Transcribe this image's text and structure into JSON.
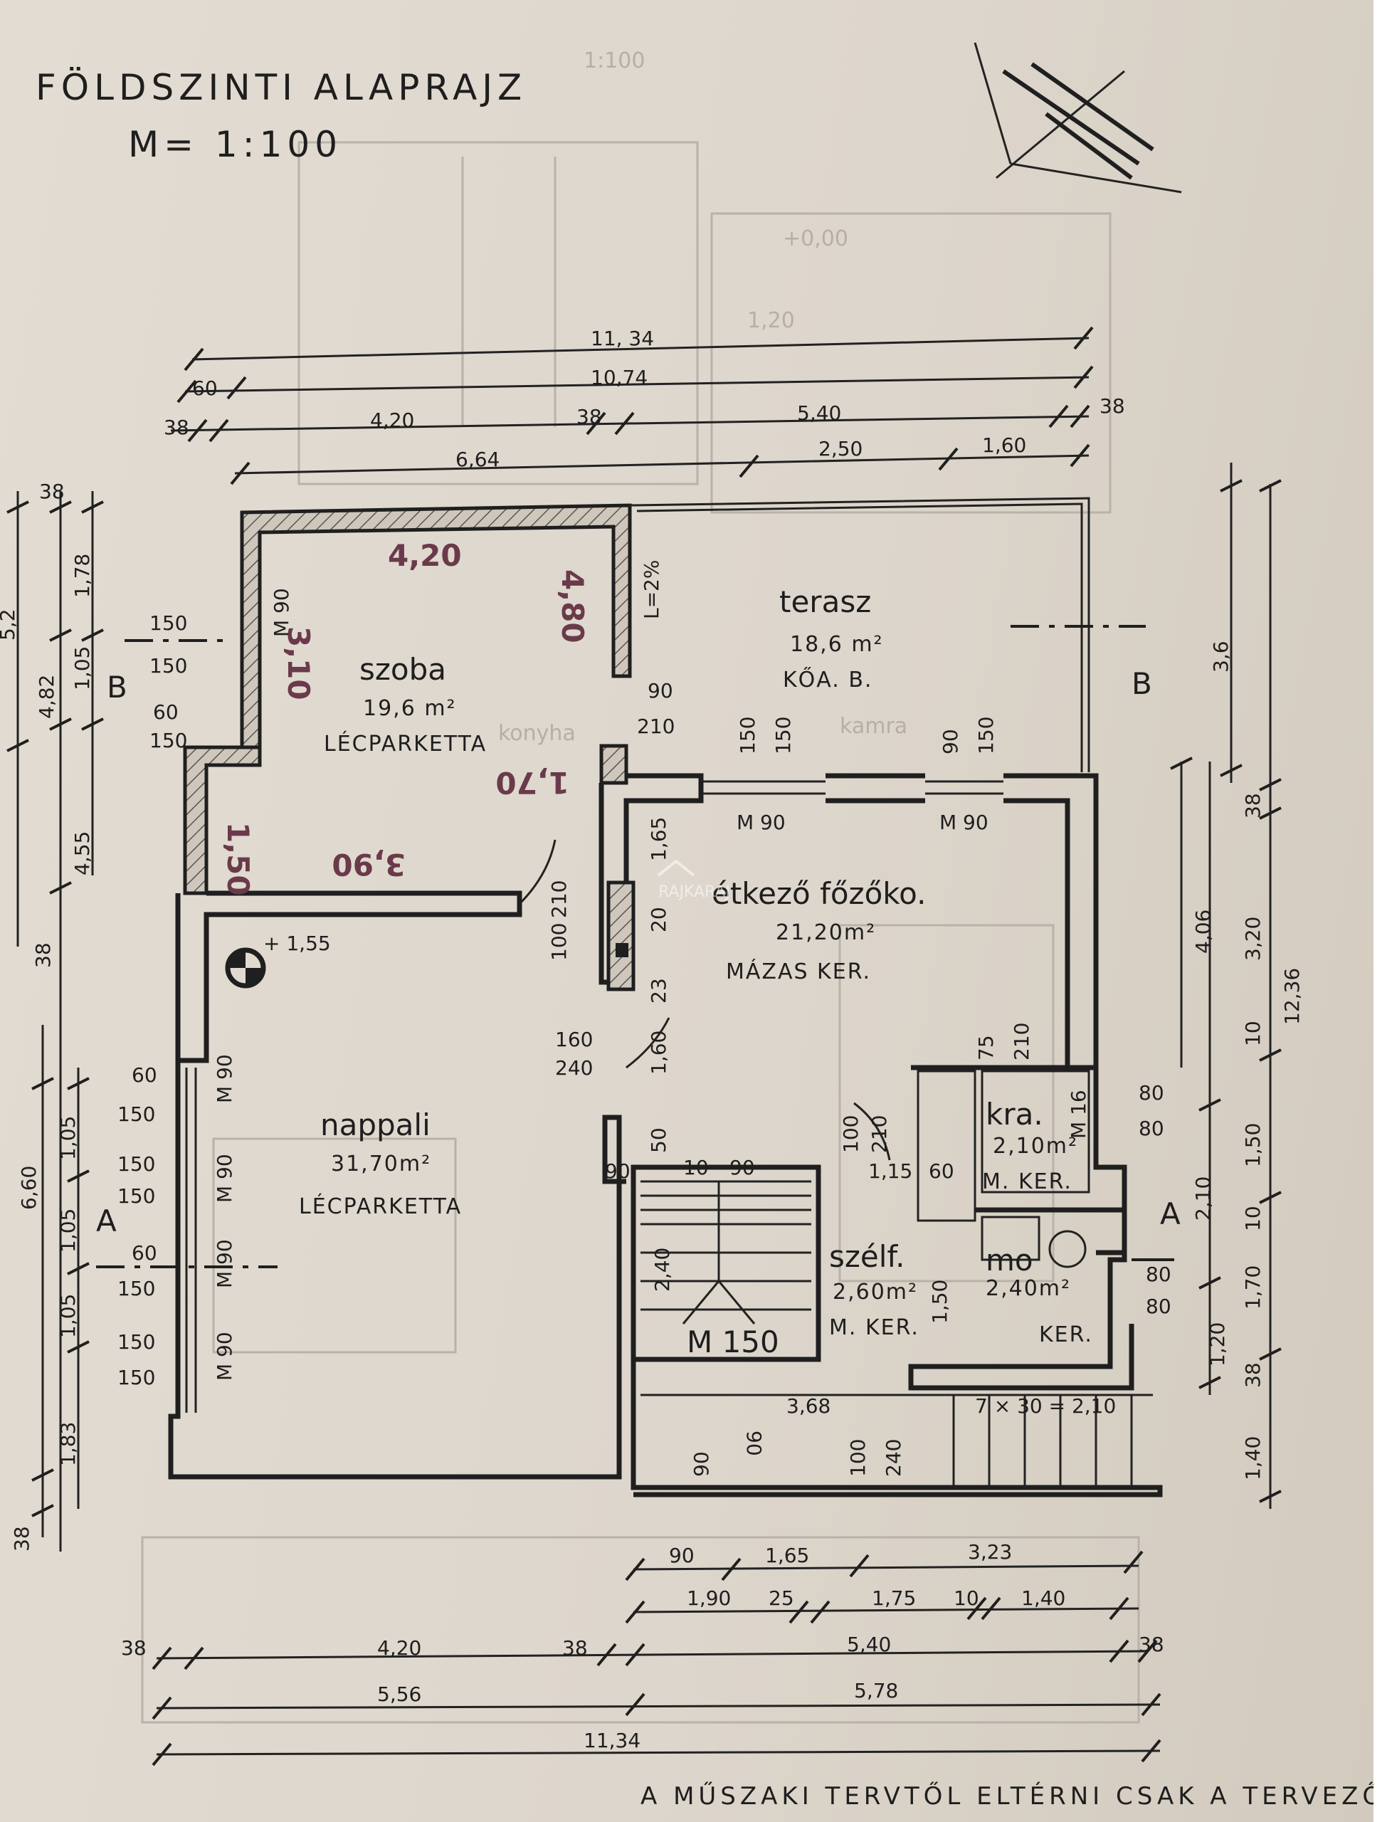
{
  "title": "FÖLDSZINTI ALAPRAJZ",
  "scale": "M= 1:100",
  "footer_note": "A MŰSZAKI TERVTŐL ELTÉRNI CSAK A TERVEZŐ",
  "watermark": "RAJKARAJ",
  "section_labels": {
    "a_left": "A",
    "a_right": "A",
    "b_left": "B",
    "b_right": "B"
  },
  "level_mark": "+ 1,55",
  "stair_slope": "L=2%",
  "rooms": {
    "terasz": {
      "name": "terasz",
      "area": "18,6 m²",
      "floor": "KŐA. B."
    },
    "szoba": {
      "name": "szoba",
      "area": "19,6 m²",
      "floor": "LÉCPARKETTA"
    },
    "etkezo": {
      "name": "étkező főzőko.",
      "area": "21,20m²",
      "floor": "MÁZAS KER."
    },
    "nappali": {
      "name": "nappali",
      "area": "31,70m²",
      "floor": "LÉCPARKETTA"
    },
    "kamra": {
      "name": "kra.",
      "area": "2,10m²",
      "floor": "M. KER."
    },
    "szelfogo": {
      "name": "szélf.",
      "area": "2,60m²",
      "floor": "M. KER."
    },
    "mosdo": {
      "name": "mo",
      "area": "2,40m²",
      "floor": "KER."
    }
  },
  "stair_label": "M 150",
  "handwritten": {
    "w1": "4,20",
    "w2": "4,80",
    "w3": "3,10",
    "w4": "1,50",
    "w5": "3,90",
    "w6": "1,70"
  },
  "dims_top": {
    "d1": "11, 34",
    "d2": "10,74",
    "d3": "60",
    "d4": "4,20",
    "d5": "38",
    "d6": "5,40",
    "d7": "38",
    "d8": "38",
    "d9": "6,64",
    "d10": "2,50",
    "d11": "1,60"
  },
  "dims_bottom": {
    "d1": "90",
    "d2": "1,65",
    "d3": "3,23",
    "d4": "1,90",
    "d5": "25",
    "d6": "1,75",
    "d7": "10",
    "d8": "1,40",
    "d9": "38",
    "d10": "4,20",
    "d11": "38",
    "d12": "5,40",
    "d13": "38",
    "d14": "5,56",
    "d15": "5,78",
    "d16": "11,34"
  },
  "dims_left": {
    "d1": "38",
    "d2": "1,78",
    "d3": "1,05",
    "d4": "4,82",
    "d5": "5,2",
    "d6": "4,55",
    "d7": "38",
    "d8": "1,05",
    "d9": "6,60",
    "d10": "1,05",
    "d11": "1,05",
    "d12": "1,83",
    "d13": "38"
  },
  "dims_right": {
    "d1": "3,6",
    "d2": "38",
    "d3": "4,06",
    "d4": "3,20",
    "d5": "12,36",
    "d6": "10",
    "d7": "1,50",
    "d8": "2,10",
    "d9": "10",
    "d10": "1,70",
    "d11": "1,20",
    "d12": "38",
    "d13": "1,40"
  },
  "inner_dims": {
    "i1": "150",
    "i2": "150",
    "i3": "60",
    "i4": "150",
    "i5": "90",
    "i6": "210",
    "i7": "150",
    "i8": "150",
    "i9": "90",
    "i10": "150",
    "i11": "M 90",
    "i12": "M 90",
    "i13": "100",
    "i14": "210",
    "i15": "160",
    "i16": "240",
    "i17": "1,65",
    "i18": "1,60",
    "i19": "75",
    "i20": "210",
    "i21": "80",
    "i22": "80",
    "i23": "M 16",
    "i24": "50",
    "i25": "90",
    "i26": "10",
    "i27": "90",
    "i28": "100",
    "i29": "210",
    "i30": "1,15",
    "i31": "60",
    "i32": "2,40",
    "i33": "1,50",
    "i34": "3,68",
    "i35": "90",
    "i36": "90",
    "i37": "100",
    "i38": "240",
    "i39": "7 × 30 = 2,10",
    "i40": "60",
    "i41": "150",
    "i42": "150",
    "i43": "150",
    "i44": "60",
    "i45": "150",
    "i46": "150",
    "i47": "150",
    "i48": "80",
    "i49": "80",
    "i50": "M 90",
    "i51": "M 90",
    "i52": "M 90",
    "i53": "M 90",
    "i54": "M 90",
    "i55": "23",
    "i56": "20"
  },
  "ghost_text": {
    "g1": "+0,00",
    "g2": "kamra",
    "g3": "konyha",
    "g4": "1,20",
    "g5": "1:100"
  }
}
